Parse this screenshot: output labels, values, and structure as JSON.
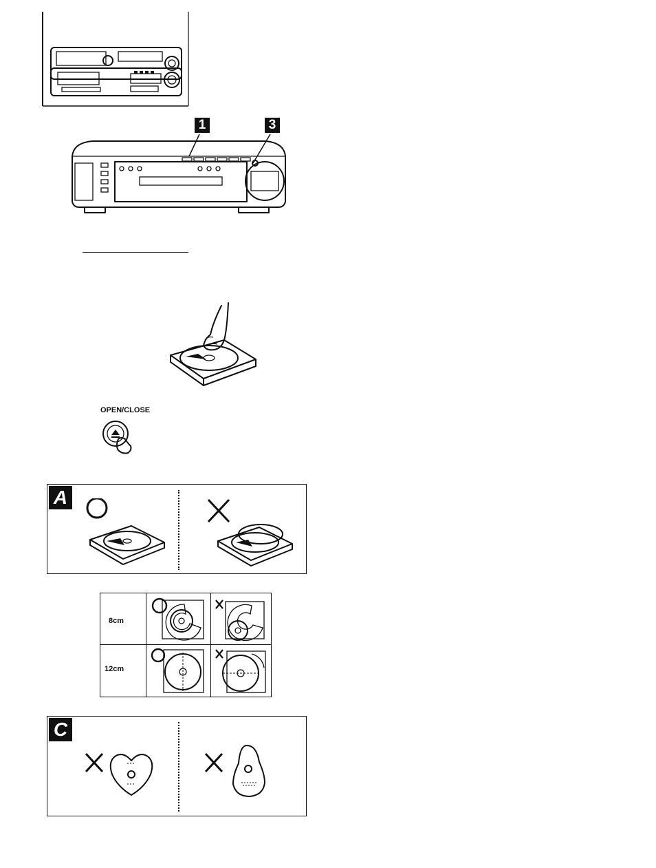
{
  "page": {
    "background": "#ffffff",
    "ink": "#111111"
  },
  "figure_system": {
    "icon": "stereo-system-icon"
  },
  "front_panel": {
    "callout_1": "1",
    "callout_3": "3",
    "icon": "cd-player-front-panel-icon"
  },
  "loading_figure": {
    "icon": "hand-loading-disc-icon"
  },
  "open_close": {
    "label": "OPEN/CLOSE",
    "icon": "eject-button-icon"
  },
  "figure_a": {
    "marker": "A",
    "correct_icon": "circle-correct-icon",
    "wrong_icon": "cross-wrong-icon"
  },
  "figure_b": {
    "rows": [
      {
        "size_label": "8cm"
      },
      {
        "size_label": "12cm"
      }
    ]
  },
  "figure_c": {
    "marker": "C",
    "shapes": [
      "heart-shaped-disc-icon",
      "irregular-shaped-disc-icon"
    ]
  }
}
